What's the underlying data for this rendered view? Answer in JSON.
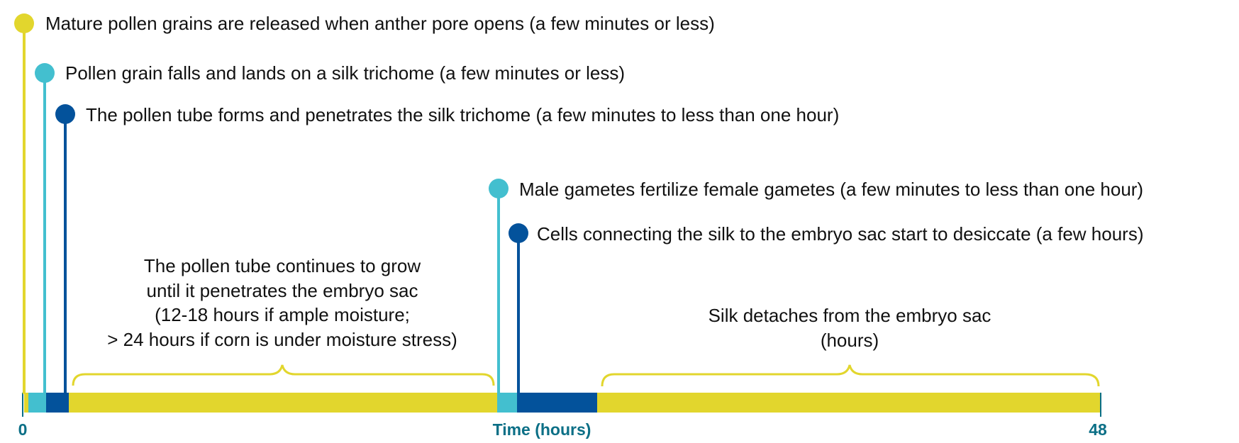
{
  "colors": {
    "yellow": "#e2d62d",
    "cyan": "#43bfcf",
    "blue": "#03529b",
    "teal": "#0b6f86"
  },
  "events": [
    {
      "label": "Mature pollen grains are released when anther pore opens (a few minutes or less)",
      "color": "yellow"
    },
    {
      "label": "Pollen grain falls and lands on a silk trichome (a few minutes or less)",
      "color": "cyan"
    },
    {
      "label": "The pollen tube forms and penetrates the silk trichome (a few minutes to less than one hour)",
      "color": "blue"
    },
    {
      "label": "Male gametes fertilize female gametes (a few minutes to less than one hour)",
      "color": "cyan"
    },
    {
      "label": "Cells connecting the silk to the embryo sac start to desiccate (a few hours)",
      "color": "blue"
    }
  ],
  "phases": {
    "tube_growth": [
      "The pollen tube continues to grow",
      "until it penetrates the embryo sac",
      "(12-18 hours if ample moisture;",
      "> 24 hours if corn is under moisture stress)"
    ],
    "silk_detach": [
      "Silk detaches from the embryo sac",
      "(hours)"
    ]
  },
  "axis": {
    "start": "0",
    "label": "Time (hours)",
    "end": "48"
  }
}
